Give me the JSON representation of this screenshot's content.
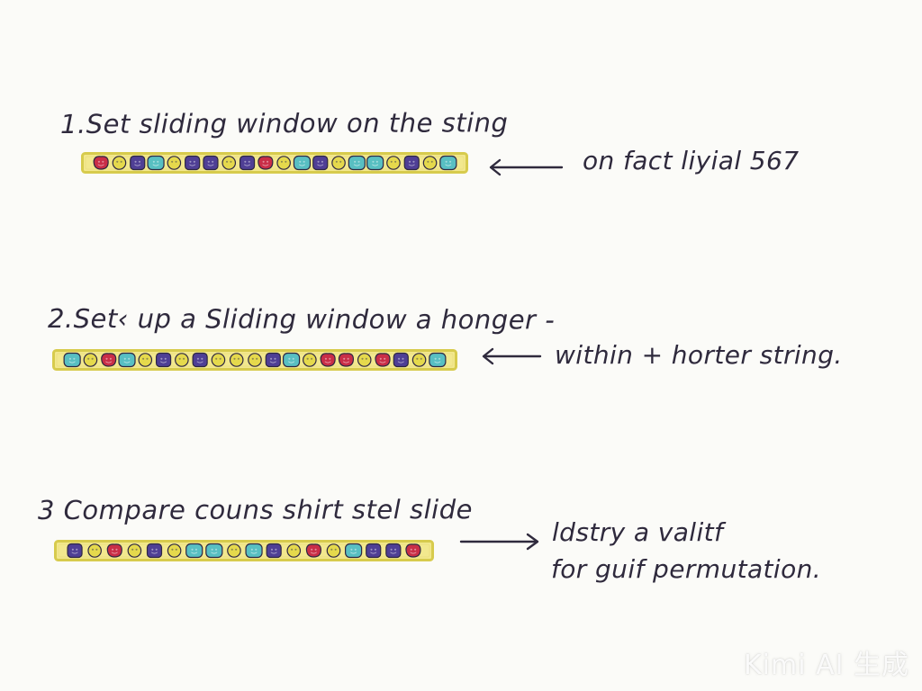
{
  "steps": [
    {
      "title": "1.Set sliding window on the sting",
      "note": "on fact liyial 567",
      "beads": [
        "red",
        "yellow",
        "purple",
        "teal",
        "yellow",
        "purple",
        "purple",
        "yellow",
        "purple",
        "red",
        "yellow",
        "teal",
        "purple",
        "yellow",
        "teal",
        "teal",
        "yellow",
        "purple",
        "yellow",
        "teal"
      ],
      "arrow_direction": "left"
    },
    {
      "title": "2.Set‹ up a Sliding window a honger -",
      "note": "within + horter string.",
      "beads": [
        "teal",
        "yellow",
        "red",
        "teal",
        "yellow",
        "purple",
        "yellow",
        "purple",
        "yellow",
        "yellow",
        "yellow",
        "purple",
        "teal",
        "yellow",
        "red",
        "red",
        "yellow",
        "red",
        "purple",
        "yellow",
        "teal"
      ],
      "arrow_direction": "left"
    },
    {
      "title": "3 Compare couns shirt stel slide",
      "note_line1": "ldstry a valitf",
      "note_line2": "for guif permutation.",
      "beads": [
        "purple",
        "yellow",
        "red",
        "yellow",
        "purple",
        "yellow",
        "teal",
        "teal",
        "yellow",
        "teal",
        "purple",
        "yellow",
        "red",
        "yellow",
        "teal",
        "purple",
        "purple",
        "red"
      ],
      "arrow_direction": "right"
    }
  ],
  "watermark": "Kimi AI 生成",
  "colors": {
    "ink": "#2f2a3d",
    "strip_fill": "#f2e88e",
    "strip_stroke": "#d7cb4d",
    "red": "#c92e47",
    "yellow": "#e5d94c",
    "purple": "#4f3f95",
    "teal": "#58bfc2",
    "bead_outline": "#2e2742"
  }
}
